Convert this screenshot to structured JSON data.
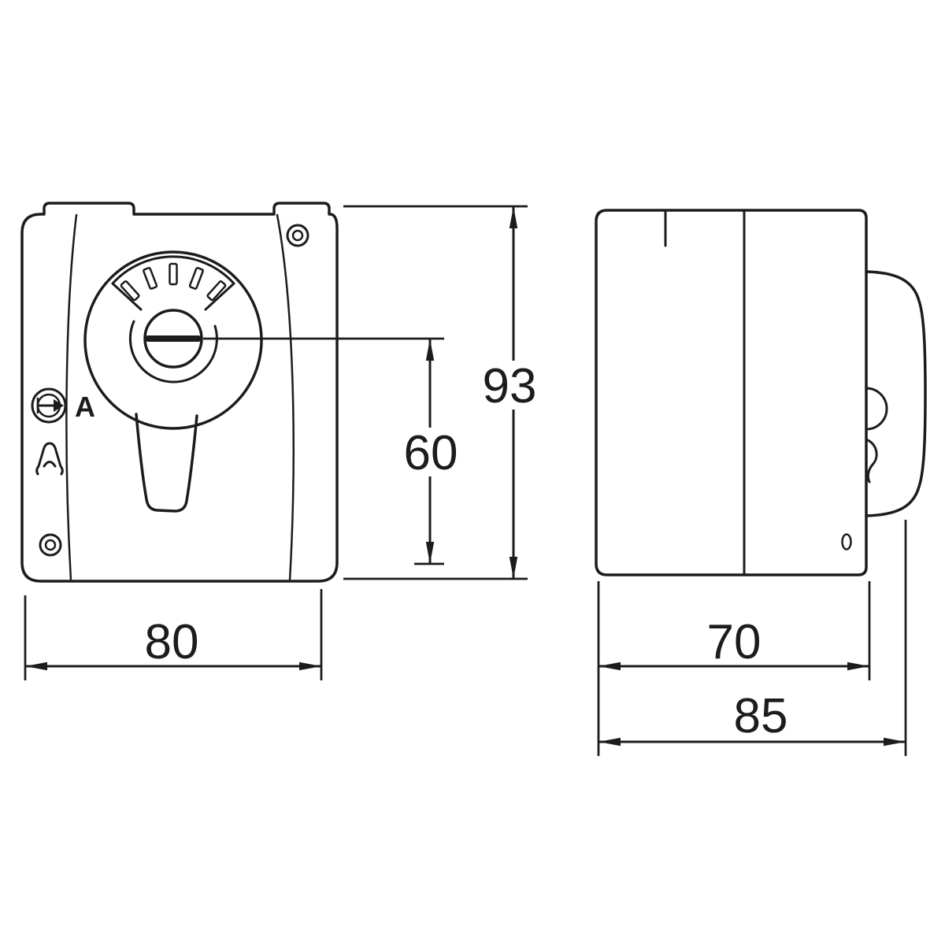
{
  "drawing": {
    "background": "#ffffff",
    "line_color": "#1c1c1c",
    "dimensions": {
      "front_width_mm": "80",
      "front_height_mm": "93",
      "center_to_base_mm": "60",
      "body_depth_mm": "70",
      "overall_depth_mm": "85"
    },
    "labels": {
      "port": "A"
    }
  }
}
